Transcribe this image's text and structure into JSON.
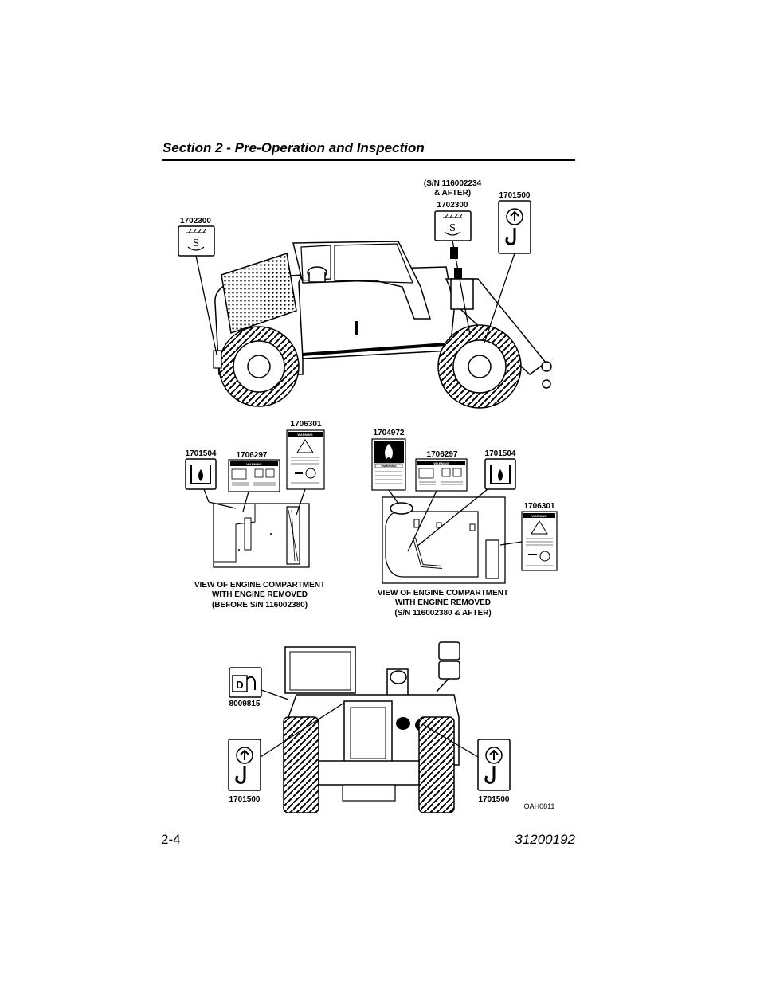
{
  "header": {
    "section_title": "Section 2 - Pre-Operation and Inspection"
  },
  "footer": {
    "page_number": "2-4",
    "doc_number": "31200192"
  },
  "side_view": {
    "decal_left": "1702300",
    "decal_right_note_1": "(S/N 116002234",
    "decal_right_note_2": "& AFTER)",
    "decal_right": "1702300",
    "decal_lift": "1701500"
  },
  "engine_before": {
    "decal_hydraulic": "1701504",
    "decal_warning_a": "1706297",
    "decal_warning_b": "1706301",
    "caption_1": "VIEW OF ENGINE COMPARTMENT",
    "caption_2": "WITH ENGINE REMOVED",
    "caption_3": "(BEFORE S/N 116002380)"
  },
  "engine_after": {
    "decal_fire": "1704972",
    "decal_warning_a": "1706297",
    "decal_hydraulic": "1701504",
    "decal_warning_b": "1706301",
    "caption_1": "VIEW OF ENGINE COMPARTMENT",
    "caption_2": "WITH ENGINE REMOVED",
    "caption_3": "(S/N 116002380 & AFTER)"
  },
  "rear_view": {
    "decal_diesel": "8009815",
    "decal_lift_left": "1701500",
    "decal_lift_right": "1701500",
    "figure_code": "OAH0811"
  },
  "decal_text": {
    "warning": "WARNING",
    "diesel_letter": "D"
  }
}
